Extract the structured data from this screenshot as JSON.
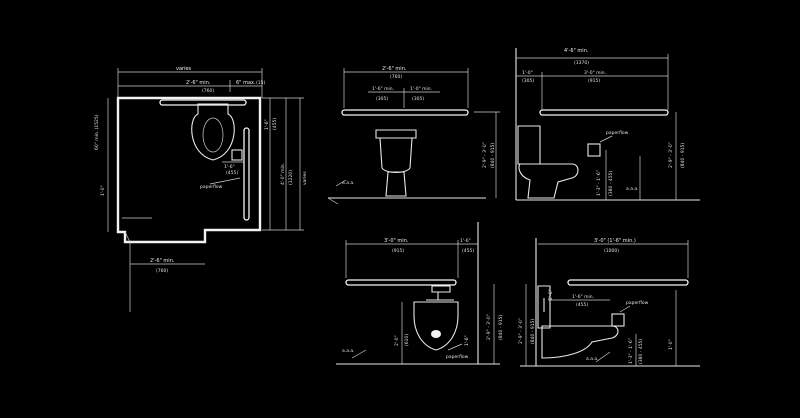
{
  "plan": {
    "dim_top_1": "varies",
    "dim_top_2": "2'-6\" min.",
    "dim_top_3": "6\" max.",
    "dim_top_3b": "(15)",
    "dim_top_2b": "(760)",
    "side_note": "60\" min. (1525)",
    "dim_right_1": "1'-6\"",
    "dim_right_1b": "(455)",
    "dim_right_2": "4'-0\" min.",
    "dim_right_2b": "(1220)",
    "dim_right_3": "varies",
    "dim_left": "1'-0\"",
    "dim_bottom": "2'-6\" min.",
    "dim_bottom_b": "(760)",
    "paper_label": "paperflow",
    "dim_small_a": "1'-6\"",
    "dim_small_b": "(455)"
  },
  "elev_top_left": {
    "dim_top": "2'-6\" min.",
    "dim_top_b": "(760)",
    "dim_sub_1": "1'-6\" min.",
    "dim_sub_1b": "(305)",
    "dim_sub_2": "1'-0\" min.",
    "dim_sub_2b": "(305)",
    "dim_right": "2'-9\" - 3'-0\"",
    "dim_right_b": "(840 - 915)",
    "floor_label": "a.a.a."
  },
  "elev_top_right": {
    "dim_top": "4'-6\" min.",
    "dim_top_b": "(1370)",
    "dim_sub_1": "1'-0\"",
    "dim_sub_1b": "(305)",
    "dim_sub_2": "3'-0\" min.",
    "dim_sub_2b": "(915)",
    "paper_label": "paperflow",
    "dim_v1": "1'-3\" - 1'-6\"",
    "dim_v1b": "(380 - 455)",
    "dim_v2": "2'-9\" - 3'-0\"",
    "dim_v2b": "(840 - 915)",
    "floor_label": "a.a.a."
  },
  "elev_bot_left": {
    "dim_top": "3'-0\" min.",
    "dim_top_b": "(915)",
    "dim_side": "1'-6\"",
    "dim_side_b": "(455)",
    "dim_v1": "2'-9\" - 3'-0\"",
    "dim_v1b": "(840 - 915)",
    "dim_v2": "2'-0\"",
    "dim_v2b": "(610)",
    "dim_v3": "1'-6\"",
    "paper_label": "paperflow",
    "floor_label": "a.a.a."
  },
  "elev_bot_right": {
    "dim_top": "3'-0\" (1'-6\" min.)",
    "dim_top_b": "(1000)",
    "dim_sub": "1'-6\" min.",
    "dim_sub_b": "(455)",
    "dim_v1": "2'-9\" - 3'-0\"",
    "dim_v1b": "(840 - 915)",
    "dim_v2": "2'-6\"",
    "dim_v3": "1'-3\" - 1'-6\"",
    "dim_v3b": "(380 - 455)",
    "dim_v4": "1'-0\"",
    "paper_label": "paperflow",
    "floor_label": "a.a.a."
  }
}
